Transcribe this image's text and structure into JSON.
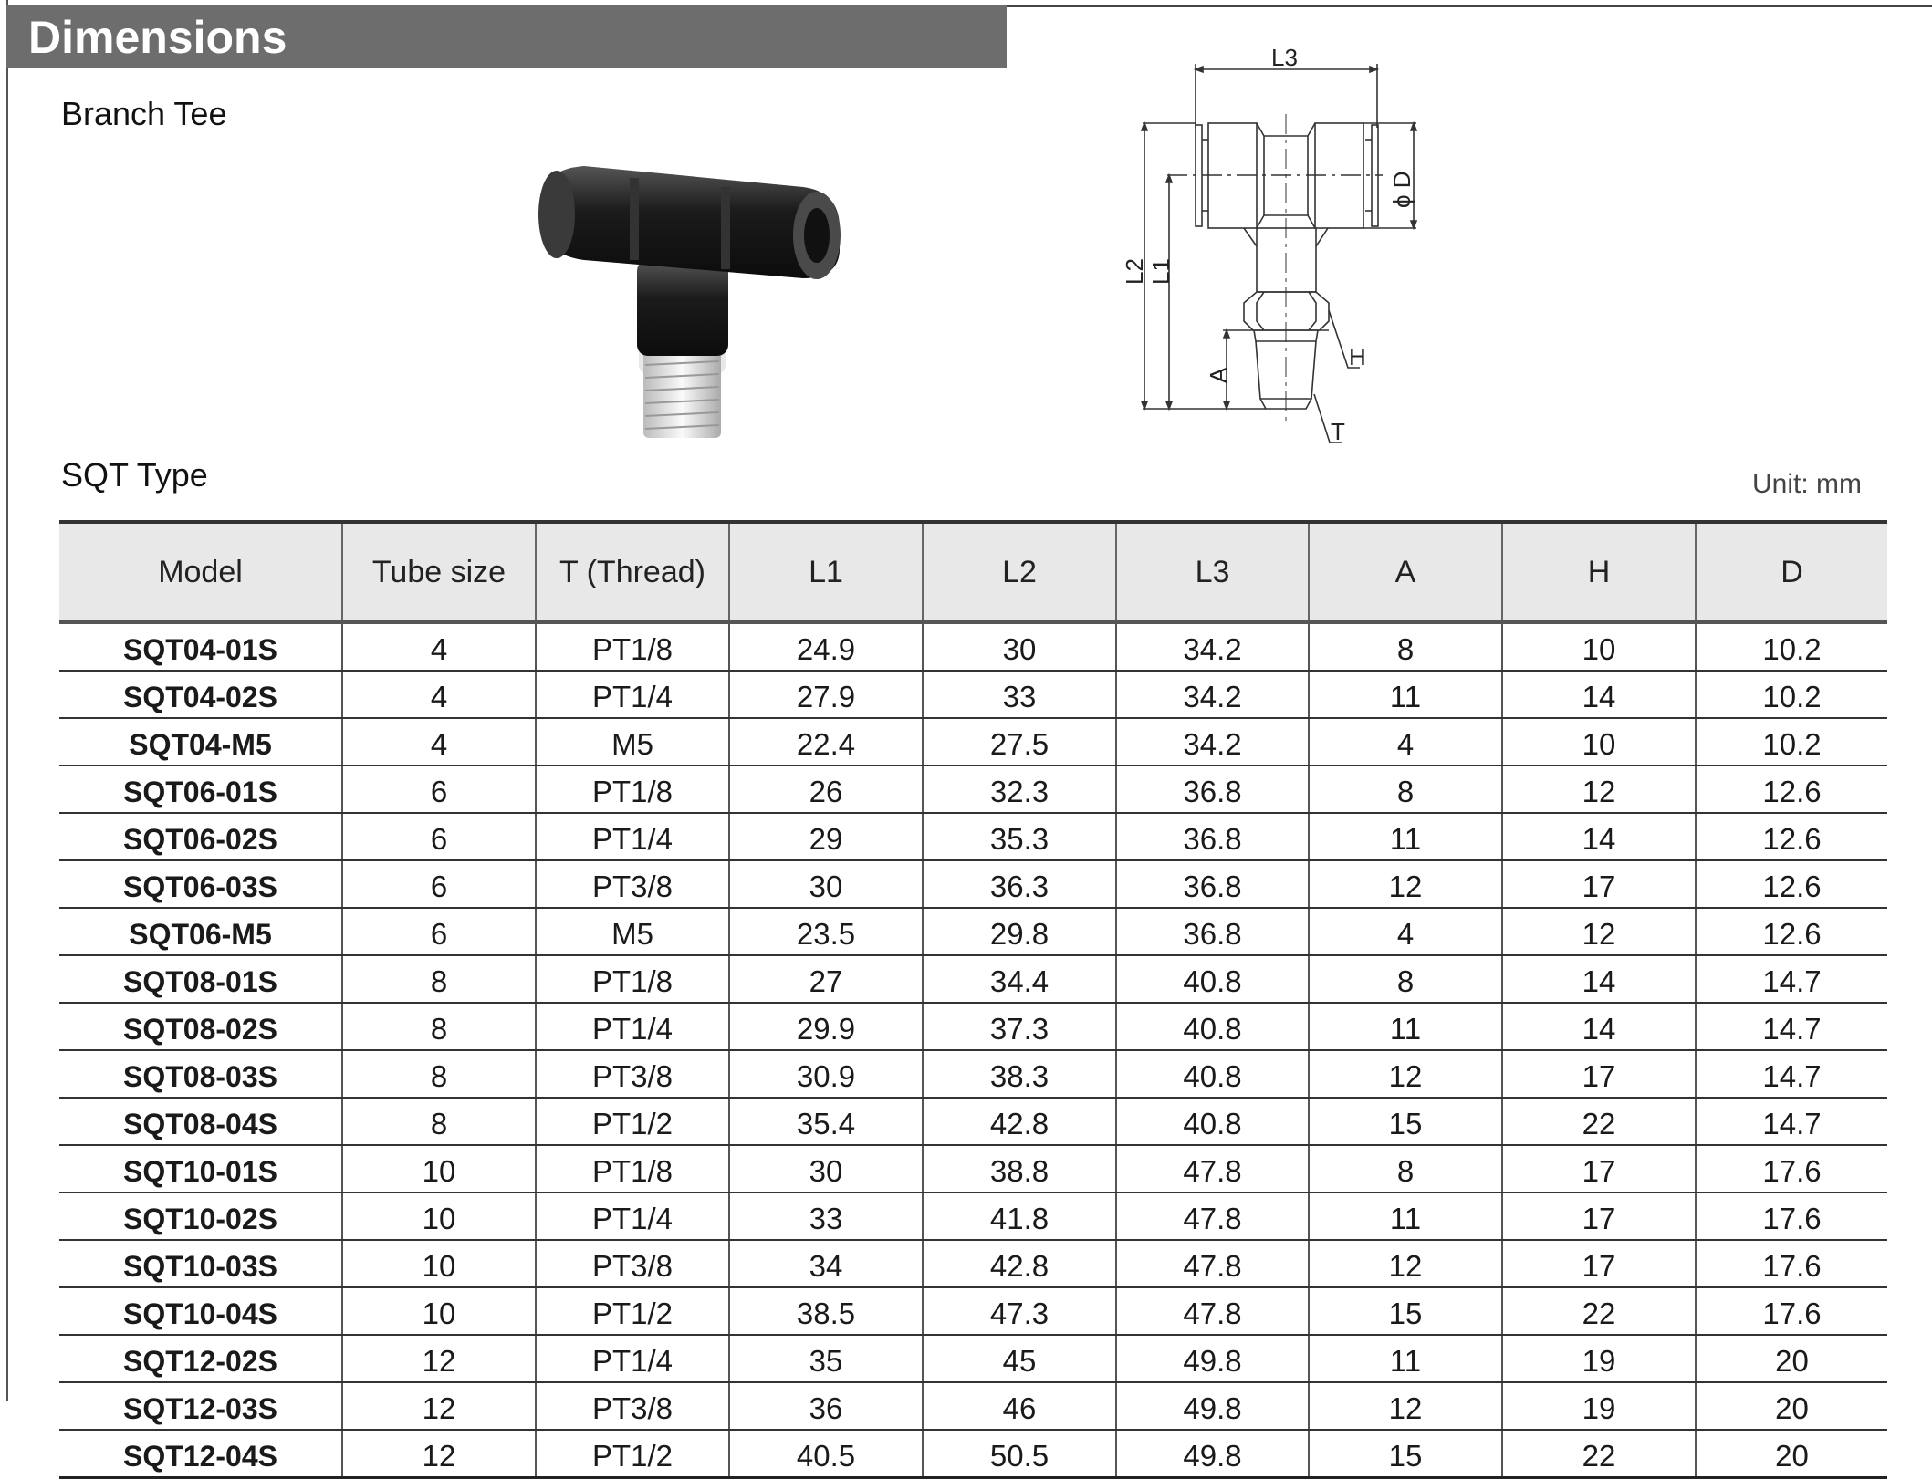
{
  "header": {
    "title": "Dimensions"
  },
  "product": {
    "name": "Branch Tee",
    "type_label": "SQT Type",
    "unit": "Unit: mm"
  },
  "drawing_labels": {
    "l3": "L3",
    "l2": "L2",
    "l1": "L1",
    "a": "A",
    "d": "ϕ D",
    "h": "H",
    "t": "T"
  },
  "table": {
    "columns": [
      "Model",
      "Tube size",
      "T (Thread)",
      "L1",
      "L2",
      "L3",
      "A",
      "H",
      "D"
    ],
    "rows": [
      [
        "SQT04-01S",
        "4",
        "PT1/8",
        "24.9",
        "30",
        "34.2",
        "8",
        "10",
        "10.2"
      ],
      [
        "SQT04-02S",
        "4",
        "PT1/4",
        "27.9",
        "33",
        "34.2",
        "11",
        "14",
        "10.2"
      ],
      [
        "SQT04-M5",
        "4",
        "M5",
        "22.4",
        "27.5",
        "34.2",
        "4",
        "10",
        "10.2"
      ],
      [
        "SQT06-01S",
        "6",
        "PT1/8",
        "26",
        "32.3",
        "36.8",
        "8",
        "12",
        "12.6"
      ],
      [
        "SQT06-02S",
        "6",
        "PT1/4",
        "29",
        "35.3",
        "36.8",
        "11",
        "14",
        "12.6"
      ],
      [
        "SQT06-03S",
        "6",
        "PT3/8",
        "30",
        "36.3",
        "36.8",
        "12",
        "17",
        "12.6"
      ],
      [
        "SQT06-M5",
        "6",
        "M5",
        "23.5",
        "29.8",
        "36.8",
        "4",
        "12",
        "12.6"
      ],
      [
        "SQT08-01S",
        "8",
        "PT1/8",
        "27",
        "34.4",
        "40.8",
        "8",
        "14",
        "14.7"
      ],
      [
        "SQT08-02S",
        "8",
        "PT1/4",
        "29.9",
        "37.3",
        "40.8",
        "11",
        "14",
        "14.7"
      ],
      [
        "SQT08-03S",
        "8",
        "PT3/8",
        "30.9",
        "38.3",
        "40.8",
        "12",
        "17",
        "14.7"
      ],
      [
        "SQT08-04S",
        "8",
        "PT1/2",
        "35.4",
        "42.8",
        "40.8",
        "15",
        "22",
        "14.7"
      ],
      [
        "SQT10-01S",
        "10",
        "PT1/8",
        "30",
        "38.8",
        "47.8",
        "8",
        "17",
        "17.6"
      ],
      [
        "SQT10-02S",
        "10",
        "PT1/4",
        "33",
        "41.8",
        "47.8",
        "11",
        "17",
        "17.6"
      ],
      [
        "SQT10-03S",
        "10",
        "PT3/8",
        "34",
        "42.8",
        "47.8",
        "12",
        "17",
        "17.6"
      ],
      [
        "SQT10-04S",
        "10",
        "PT1/2",
        "38.5",
        "47.3",
        "47.8",
        "15",
        "22",
        "17.6"
      ],
      [
        "SQT12-02S",
        "12",
        "PT1/4",
        "35",
        "45",
        "49.8",
        "11",
        "19",
        "20"
      ],
      [
        "SQT12-03S",
        "12",
        "PT3/8",
        "36",
        "46",
        "49.8",
        "12",
        "19",
        "20"
      ],
      [
        "SQT12-04S",
        "12",
        "PT1/2",
        "40.5",
        "50.5",
        "49.8",
        "15",
        "22",
        "20"
      ]
    ]
  }
}
